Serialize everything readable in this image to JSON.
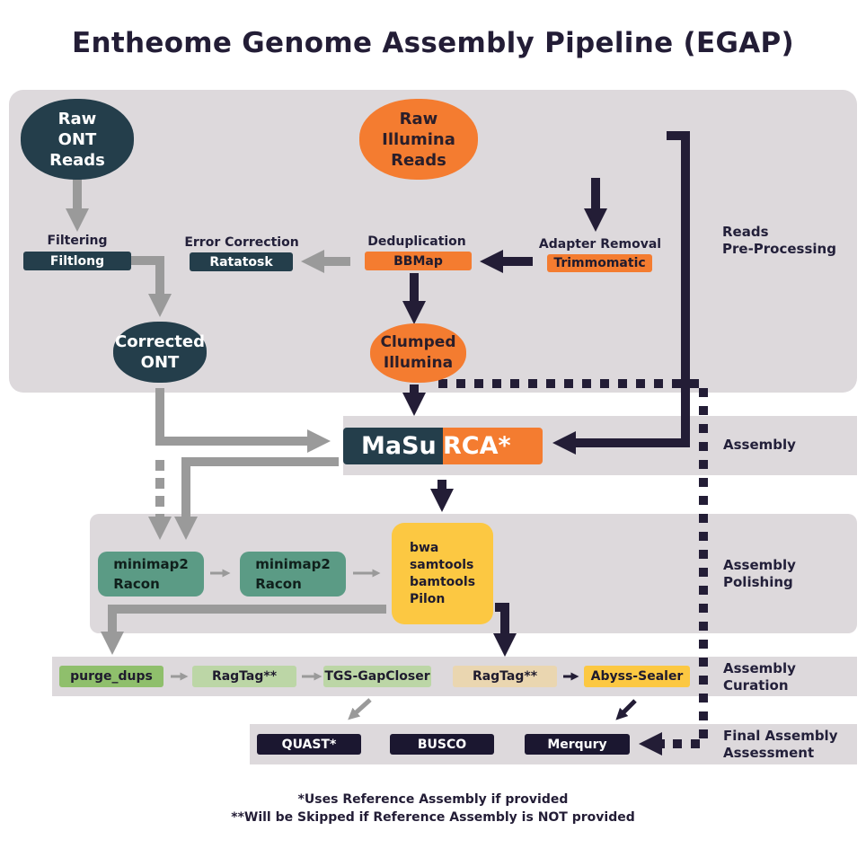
{
  "title": "Entheome Genome Assembly Pipeline (EGAP)",
  "sections": {
    "preprocessing": "Reads\nPre-Processing",
    "assembly": "Assembly",
    "polishing": "Assembly\nPolishing",
    "curation": "Assembly\nCuration",
    "assessment": "Final Assembly\nAssessment"
  },
  "inputs": {
    "raw_ont": "Raw\nONT\nReads",
    "raw_illumina": "Raw\nIllumina\nReads",
    "corrected_ont": "Corrected\nONT",
    "clumped_illumina": "Clumped\nIllumina"
  },
  "steps": {
    "filtering": {
      "title": "Filtering",
      "tool": "Filtlong"
    },
    "error_correction": {
      "title": "Error Correction",
      "tool": "Ratatosk"
    },
    "deduplication": {
      "title": "Deduplication",
      "tool": "BBMap"
    },
    "adapter_removal": {
      "title": "Adapter Removal",
      "tool": "Trimmomatic"
    }
  },
  "assembly": {
    "part1": "MaSu",
    "part2": "RCA*"
  },
  "polishing": {
    "racon1": "minimap2\nRacon",
    "racon2": "minimap2\nRacon",
    "pilon": "bwa\nsamtools\nbamtools\nPilon"
  },
  "curation": {
    "purge_dups": "purge_dups",
    "ragtag_a": "RagTag**",
    "tgs": "TGS-GapCloser",
    "ragtag_b": "RagTag**",
    "abyss": "Abyss-Sealer"
  },
  "assessment": {
    "quast": "QUAST*",
    "busco": "BUSCO",
    "merqury": "Merqury"
  },
  "footnotes": {
    "one": "*Uses Reference Assembly if provided",
    "two": "**Will be Skipped if Reference Assembly is NOT provided"
  },
  "colors": {
    "panel": "#ddd9dc",
    "dark_teal": "#243e4b",
    "orange": "#f47c30",
    "navy": "#1b1730",
    "teal": "#5b9b85",
    "yellow": "#fcc842",
    "green": "#8fbf6c",
    "light_green": "#bcd6a6",
    "beige": "#ead6b0",
    "arrow_gray": "#9a9a9a",
    "arrow_dark": "#231d36"
  }
}
